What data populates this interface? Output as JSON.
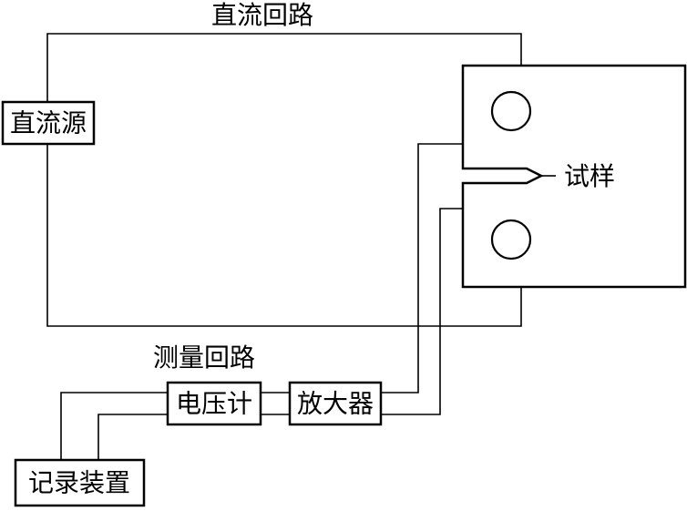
{
  "labels": {
    "dc_circuit": "直流回路",
    "dc_source": "直流源",
    "specimen": "试样",
    "measurement_circuit": "测量回路",
    "voltmeter": "电压计",
    "amplifier": "放大器",
    "recorder": "记录装置"
  }
}
